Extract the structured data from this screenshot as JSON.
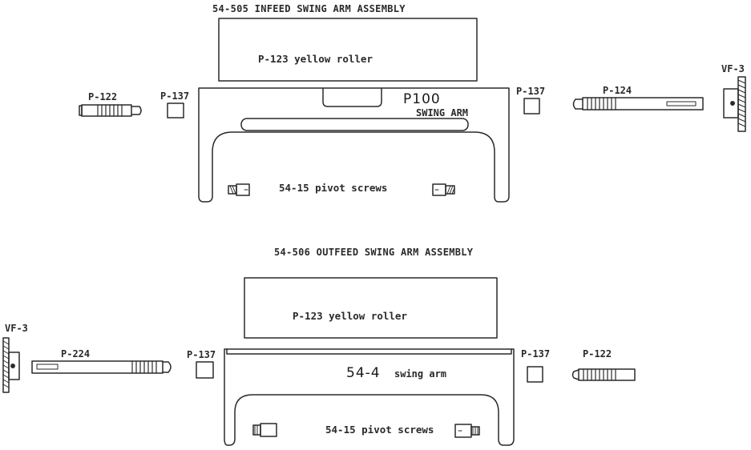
{
  "infeed": {
    "title": "54-505 INFEED SWING ARM ASSEMBLY",
    "roller_label": "P-123 yellow roller",
    "arm_part": "P100",
    "arm_label": "SWING ARM",
    "pivot_label": "54-15 pivot screws",
    "left_shaft": "P-122",
    "left_spacer": "P-137",
    "right_spacer": "P-137",
    "right_shaft": "P-124",
    "bracket": "VF-3"
  },
  "outfeed": {
    "title": "54-506 OUTFEED SWING ARM ASSEMBLY",
    "roller_label": "P-123 yellow roller",
    "arm_part": "54-4",
    "arm_label": "swing arm",
    "pivot_label": "54-15 pivot screws",
    "bracket": "VF-3",
    "left_shaft": "P-224",
    "left_spacer": "P-137",
    "right_spacer": "P-137",
    "right_shaft": "P-122"
  },
  "colors": {
    "ink": "#2a2a2a",
    "paper": "#ffffff"
  }
}
